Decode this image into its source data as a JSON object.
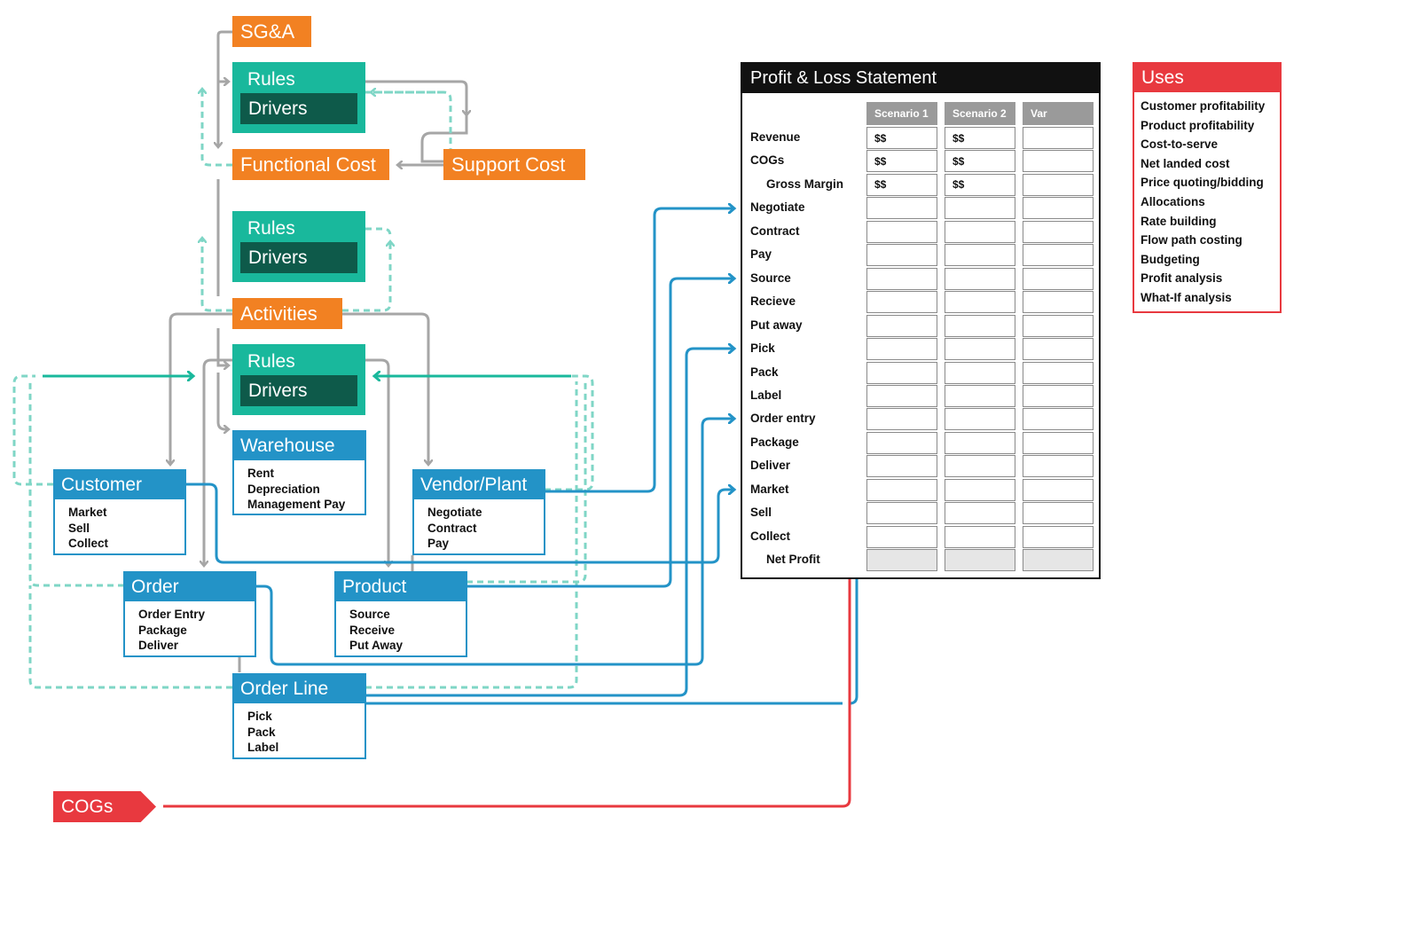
{
  "costs": {
    "sga": "SG&A",
    "functional_cost": "Functional Cost",
    "support_cost": "Support Cost",
    "activities": "Activities"
  },
  "rules_drivers": [
    {
      "rules": "Rules",
      "drivers": "Drivers"
    },
    {
      "rules": "Rules",
      "drivers": "Drivers"
    },
    {
      "rules": "Rules",
      "drivers": "Drivers"
    }
  ],
  "entities": {
    "warehouse": {
      "title": "Warehouse",
      "items": [
        "Rent",
        "Depreciation",
        "Management Pay"
      ]
    },
    "customer": {
      "title": "Customer",
      "items": [
        "Market",
        "Sell",
        "Collect"
      ]
    },
    "vendor_plant": {
      "title": "Vendor/Plant",
      "items": [
        "Negotiate",
        "Contract",
        "Pay"
      ]
    },
    "order": {
      "title": "Order",
      "items": [
        "Order Entry",
        "Package",
        "Deliver"
      ]
    },
    "product": {
      "title": "Product",
      "items": [
        "Source",
        "Receive",
        "Put Away"
      ]
    },
    "order_line": {
      "title": "Order Line",
      "items": [
        "Pick",
        "Pack",
        "Label"
      ]
    }
  },
  "cogs_tag": "COGs",
  "pl": {
    "title": "Profit & Loss Statement",
    "columns": [
      "Scenario 1",
      "Scenario 2",
      "Var"
    ],
    "rows": [
      {
        "label": "Revenue",
        "values": [
          "$$",
          "$$",
          ""
        ]
      },
      {
        "label": "COGs",
        "values": [
          "$$",
          "$$",
          ""
        ]
      },
      {
        "label": "Gross Margin",
        "values": [
          "$$",
          "$$",
          ""
        ]
      },
      {
        "label": "Negotiate",
        "values": [
          "",
          "",
          ""
        ]
      },
      {
        "label": "Contract",
        "values": [
          "",
          "",
          ""
        ]
      },
      {
        "label": "Pay",
        "values": [
          "",
          "",
          ""
        ]
      },
      {
        "label": "Source",
        "values": [
          "",
          "",
          ""
        ]
      },
      {
        "label": "Recieve",
        "values": [
          "",
          "",
          ""
        ]
      },
      {
        "label": "Put away",
        "values": [
          "",
          "",
          ""
        ]
      },
      {
        "label": "Pick",
        "values": [
          "",
          "",
          ""
        ]
      },
      {
        "label": "Pack",
        "values": [
          "",
          "",
          ""
        ]
      },
      {
        "label": "Label",
        "values": [
          "",
          "",
          ""
        ]
      },
      {
        "label": "Order entry",
        "values": [
          "",
          "",
          ""
        ]
      },
      {
        "label": "Package",
        "values": [
          "",
          "",
          ""
        ]
      },
      {
        "label": "Deliver",
        "values": [
          "",
          "",
          ""
        ]
      },
      {
        "label": "Market",
        "values": [
          "",
          "",
          ""
        ]
      },
      {
        "label": "Sell",
        "values": [
          "",
          "",
          ""
        ]
      },
      {
        "label": "Collect",
        "values": [
          "",
          "",
          ""
        ]
      },
      {
        "label": "Net Profit",
        "values": [
          "",
          "",
          ""
        ]
      }
    ]
  },
  "uses": {
    "title": "Uses",
    "items": [
      "Customer profitability",
      "Product profitability",
      "Cost-to-serve",
      "Net landed cost",
      "Price quoting/bidding",
      "Allocations",
      "Rate building",
      "Flow path costing",
      "Budgeting",
      "Profit analysis",
      "What-If analysis"
    ]
  },
  "colors": {
    "orange": "#f28122",
    "teal": "#19b89c",
    "teal_dark": "#0e5a4a",
    "blue": "#2393c7",
    "red": "#e8393f",
    "gray": "#a6a6a6",
    "dashed": "#7fd6c6"
  }
}
